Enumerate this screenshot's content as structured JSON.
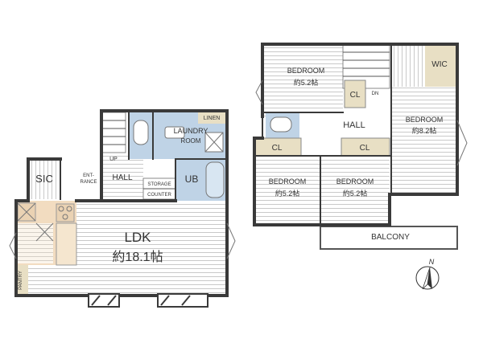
{
  "colors": {
    "floor_lines": "#c9c9c9",
    "wet_area": "#bfd3e6",
    "closet": "#e8dfc4",
    "kitchen": "#f2dcc0",
    "wall": "#3a3a3a",
    "text": "#333333"
  },
  "first_floor": {
    "ldk": {
      "name": "LDK",
      "size": "約18.1帖"
    },
    "sic": "SIC",
    "entrance": [
      "ENT-",
      "RANCE"
    ],
    "hall": "HALL",
    "stairs_up": "UP",
    "laundry": [
      "LAUNDRY",
      "ROOM"
    ],
    "linen": "LINEN",
    "ub": "UB",
    "storage": "STORAGE",
    "counter": "COUNTER",
    "pantry": "PANTRY"
  },
  "second_floor": {
    "bedroom_nw": {
      "name": "BEDROOM",
      "size": "約5.2帖"
    },
    "bedroom_e": {
      "name": "BEDROOM",
      "size": "約8.2帖"
    },
    "bedroom_sw": {
      "name": "BEDROOM",
      "size": "約5.2帖"
    },
    "bedroom_sc": {
      "name": "BEDROOM",
      "size": "約5.2帖"
    },
    "wic": "WIC",
    "cl_top": "CL",
    "cl_left": "CL",
    "cl_right": "CL",
    "hall": "HALL",
    "stairs_down": "DN",
    "balcony": "BALCONY"
  },
  "compass": {
    "north": "N"
  }
}
